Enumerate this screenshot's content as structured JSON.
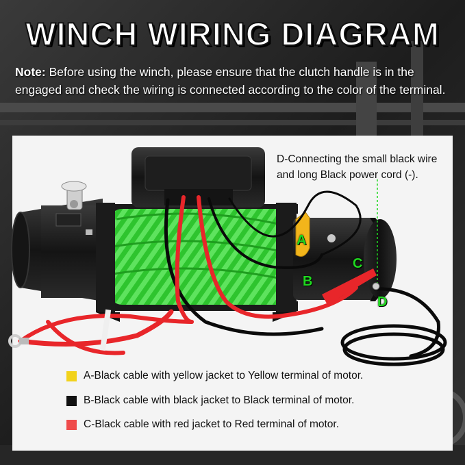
{
  "title": "WINCH WIRING DIAGRAM",
  "note": {
    "lead": "Note:",
    "text": " Before using the winch, please ensure that the clutch handle is in the engaged and check the wiring is connected according to the color of the terminal."
  },
  "callout_d": "D-Connecting the small black wire and long Black power cord (-).",
  "terminals": {
    "a": "A",
    "b": "B",
    "c": "C",
    "d": "D"
  },
  "legend": [
    {
      "color": "#f2d21b",
      "text": "A-Black cable with yellow jacket to Yellow terminal of motor."
    },
    {
      "color": "#111111",
      "text": "B-Black cable with black jacket to Black terminal of motor."
    },
    {
      "color": "#ef4b4b",
      "text": "C-Black cable with red jacket to Red terminal of motor."
    }
  ],
  "colors": {
    "rope": "#33cc33",
    "red_cable": "#e8262a",
    "label_green": "#1fd81f",
    "yellow_jacket": "#f2b51b"
  },
  "icons": [
    "winch-image",
    "clutch-handle-icon"
  ]
}
